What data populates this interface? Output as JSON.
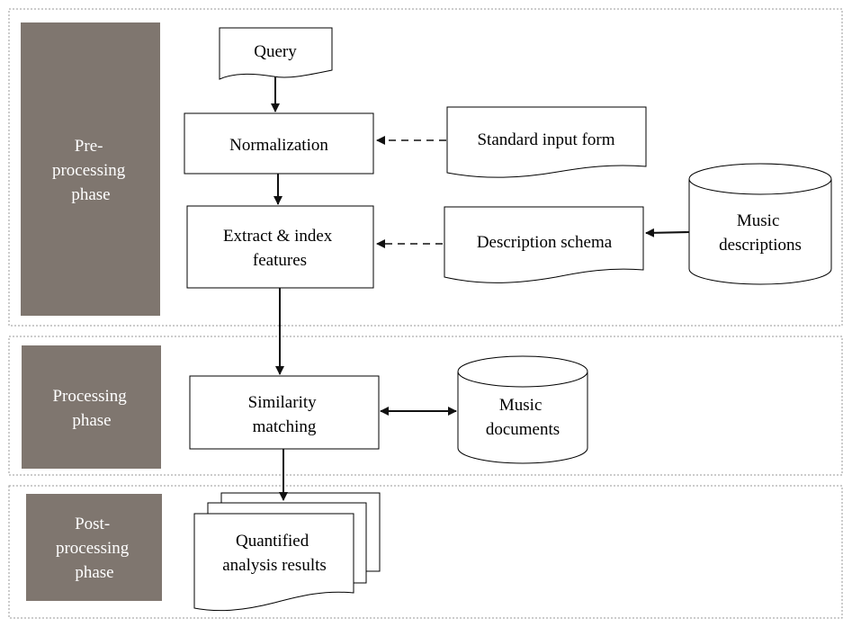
{
  "phases": {
    "pre": {
      "label_lines": [
        "Pre-",
        "processing",
        "phase"
      ]
    },
    "processing": {
      "label_lines": [
        "Processing",
        "phase"
      ]
    },
    "post": {
      "label_lines": [
        "Post-",
        "processing",
        "phase"
      ]
    }
  },
  "nodes": {
    "query": {
      "lines": [
        "Query"
      ]
    },
    "normalization": {
      "lines": [
        "Normalization"
      ]
    },
    "extract": {
      "lines": [
        "Extract & index",
        "features"
      ]
    },
    "standard_input": {
      "lines": [
        "Standard input form"
      ]
    },
    "description_schema": {
      "lines": [
        "Description schema"
      ]
    },
    "music_descriptions": {
      "lines": [
        "Music",
        "descriptions"
      ]
    },
    "similarity": {
      "lines": [
        "Similarity",
        "matching"
      ]
    },
    "music_documents": {
      "lines": [
        "Music",
        "documents"
      ]
    },
    "results": {
      "lines": [
        "Quantified",
        "analysis results"
      ]
    }
  },
  "colors": {
    "phase_fill": "#7f766f",
    "phase_text": "#ffffff",
    "border_dotted": "#9a9a9a",
    "stroke": "#000000"
  }
}
